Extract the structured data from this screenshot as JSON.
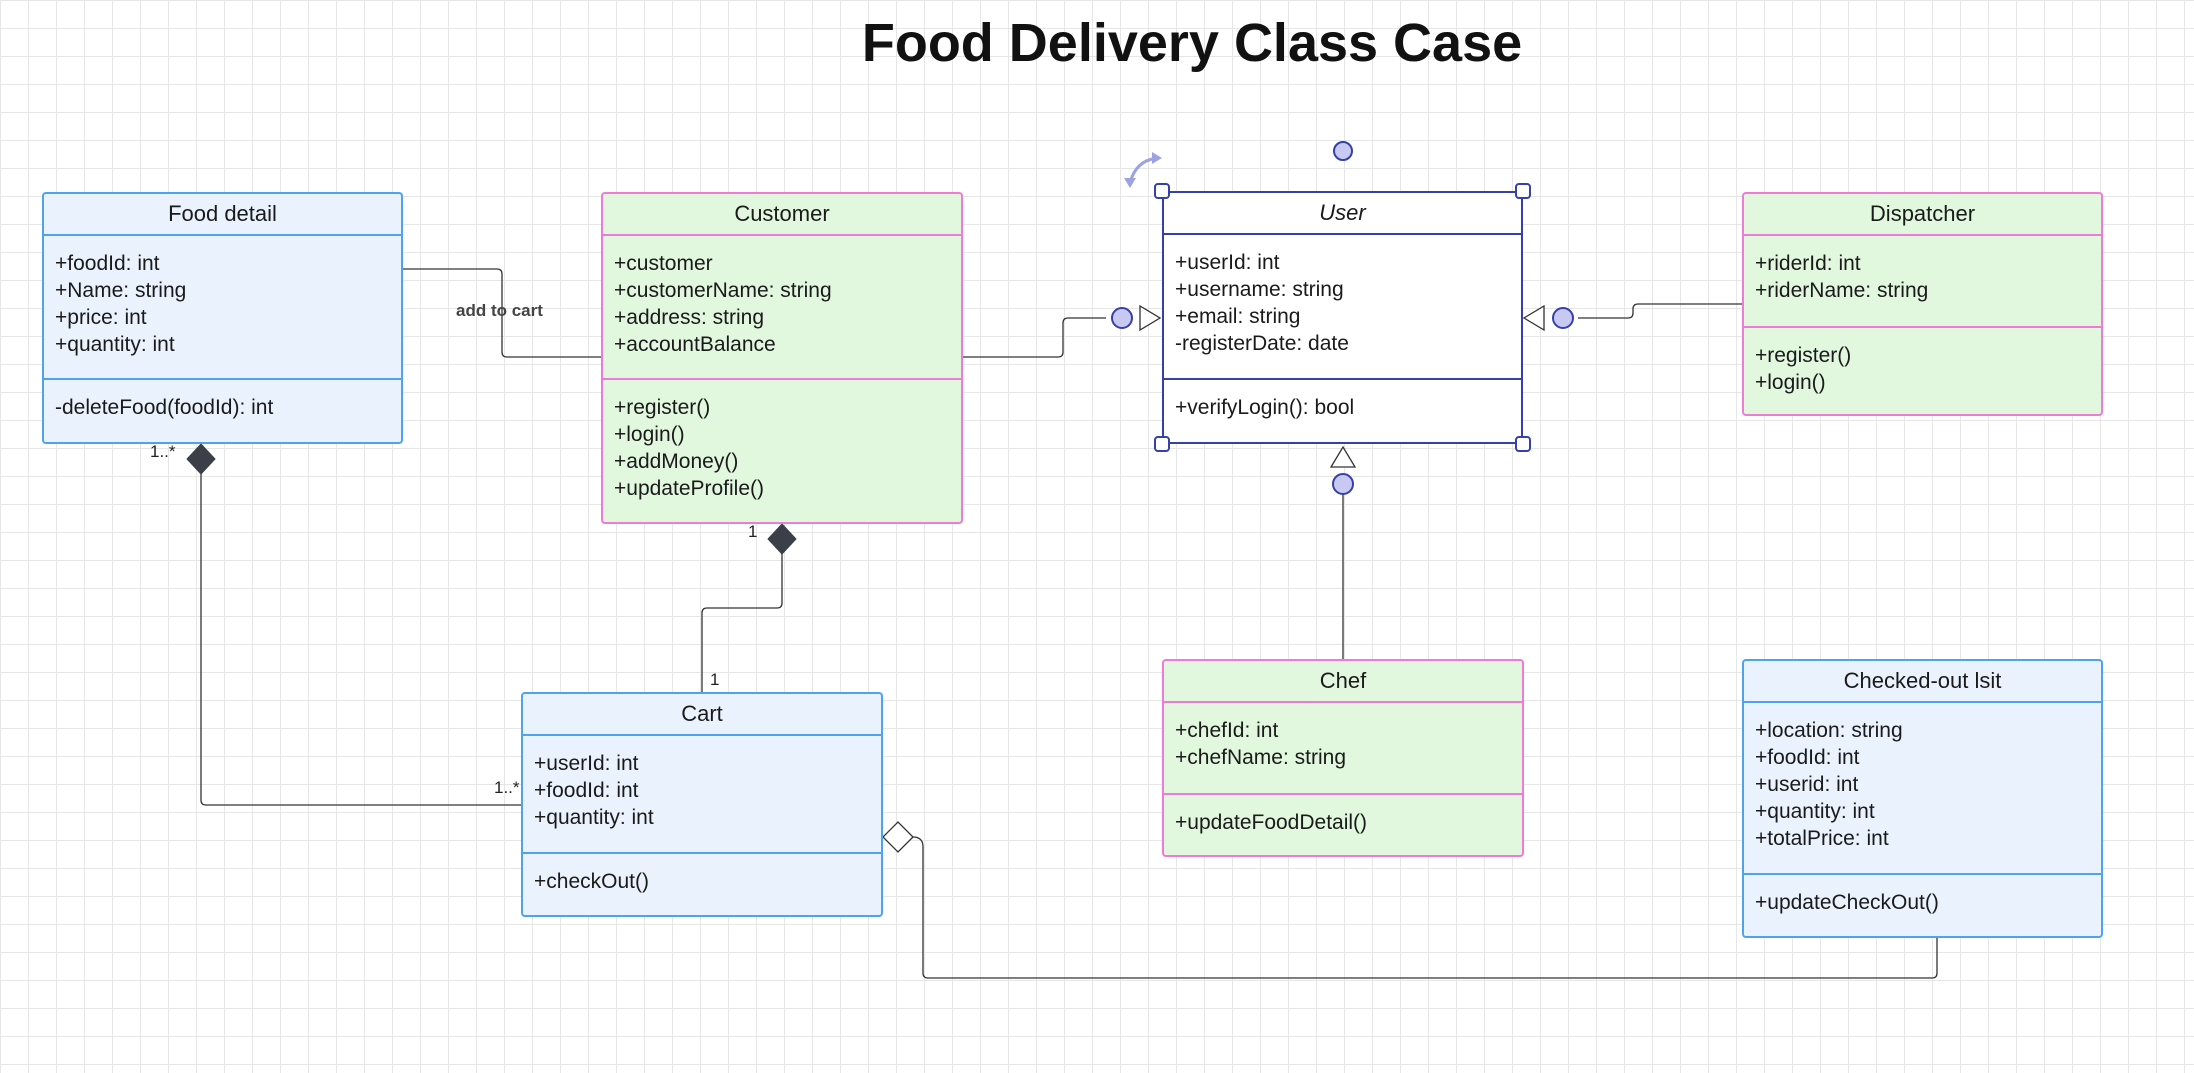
{
  "title": "Food Delivery Class Case",
  "classes": {
    "food_detail": {
      "name": "Food detail",
      "attributes": [
        "+foodId: int",
        "+Name: string",
        "+price: int",
        "+quantity: int"
      ],
      "operations": [
        "-deleteFood(foodId): int"
      ]
    },
    "customer": {
      "name": "Customer",
      "attributes": [
        "+customer",
        "+customerName: string",
        "+address: string",
        "+accountBalance"
      ],
      "operations": [
        "+register()",
        "+login()",
        "+addMoney()",
        "+updateProfile()"
      ]
    },
    "user": {
      "name": "User",
      "attributes": [
        "+userId: int",
        "+username: string",
        "+email: string",
        "-registerDate: date"
      ],
      "operations": [
        "+verifyLogin(): bool"
      ]
    },
    "dispatcher": {
      "name": "Dispatcher",
      "attributes": [
        "+riderId: int",
        "+riderName: string"
      ],
      "operations": [
        "+register()",
        "+login()"
      ]
    },
    "cart": {
      "name": "Cart",
      "attributes": [
        "+userId: int",
        "+foodId: int",
        "+quantity: int"
      ],
      "operations": [
        "+checkOut()"
      ]
    },
    "chef": {
      "name": "Chef",
      "attributes": [
        "+chefId: int",
        "+chefName: string"
      ],
      "operations": [
        "+updateFoodDetail()"
      ]
    },
    "checked_out": {
      "name": "Checked-out lsit",
      "attributes": [
        "+location: string",
        "+foodId: int",
        "+userid: int",
        "+quantity: int",
        "+totalPrice: int"
      ],
      "operations": [
        "+updateCheckOut()"
      ]
    }
  },
  "relationships": {
    "add_to_cart_label": "add to cart",
    "food_cart_mult_food": "1..*",
    "food_cart_mult_cart": "1..*",
    "customer_cart_mult_customer": "1",
    "customer_cart_mult_cart": "1"
  },
  "colors": {
    "blue_border": "#4da3f0",
    "blue_fill": "#eaf3fd",
    "pink_border": "#f07ad8",
    "green_fill": "#e1f8df",
    "selection": "#3540a8",
    "connector": "#333333",
    "diamond_fill": "#3a3f48",
    "lollipop_fill": "#c8c9f2"
  }
}
